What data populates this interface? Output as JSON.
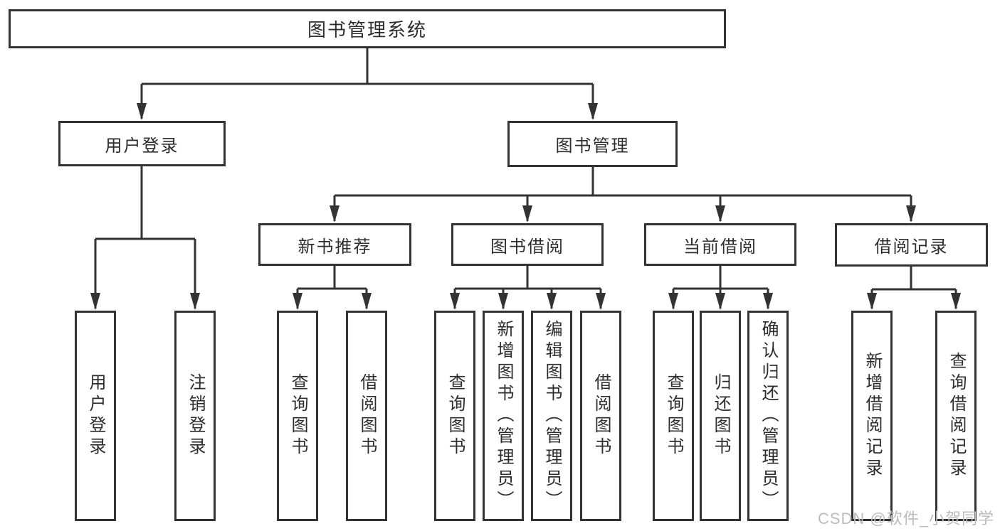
{
  "tree": {
    "label": "图书管理系统",
    "children": [
      {
        "label": "用户登录",
        "children": [
          {
            "label": "用户登录"
          },
          {
            "label": "注销登录"
          }
        ]
      },
      {
        "label": "图书管理",
        "children": [
          {
            "label": "新书推荐",
            "children": [
              {
                "label": "查询图书"
              },
              {
                "label": "借阅图书"
              }
            ]
          },
          {
            "label": "图书借阅",
            "children": [
              {
                "label": "查询图书"
              },
              {
                "label": "新增图书（管理员）"
              },
              {
                "label": "编辑图书（管理员）"
              },
              {
                "label": "借阅图书"
              }
            ]
          },
          {
            "label": "当前借阅",
            "children": [
              {
                "label": "查询图书"
              },
              {
                "label": "归还图书"
              },
              {
                "label": "确认归还（管理员）"
              }
            ]
          },
          {
            "label": "借阅记录",
            "children": [
              {
                "label": "新增借阅记录"
              },
              {
                "label": "查询借阅记录"
              }
            ]
          }
        ]
      }
    ]
  },
  "watermark": {
    "text": "CSDN @软件_小贺同学"
  },
  "colors": {
    "line": "#333333",
    "box_fill": "#ffffff",
    "text": "#2d2d2d",
    "watermark": "#bcbcbc"
  }
}
